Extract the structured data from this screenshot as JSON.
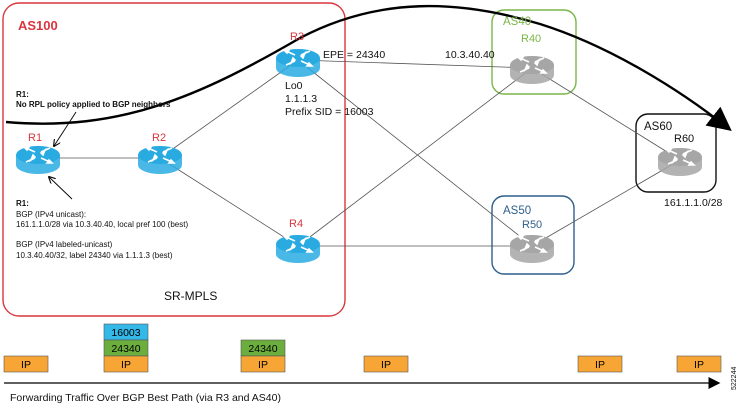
{
  "domains": {
    "as100": {
      "label": "AS100",
      "color": "#d9363e",
      "bottom_label": "SR-MPLS"
    },
    "as40": {
      "label": "AS40",
      "color": "#7ab648"
    },
    "as50": {
      "label": "AS50",
      "color": "#2f5f8a"
    },
    "as60": {
      "label": "AS60",
      "color": "#111111"
    }
  },
  "routers": {
    "r1": {
      "label": "R1"
    },
    "r2": {
      "label": "R2"
    },
    "r3": {
      "label": "R3"
    },
    "r4": {
      "label": "R4"
    },
    "r40": {
      "label": "R40"
    },
    "r50": {
      "label": "R50"
    },
    "r60": {
      "label": "R60"
    }
  },
  "annotations": {
    "epe": "EPE = 24340",
    "r40_ip": "10.3.40.40",
    "lo0_line1": "Lo0",
    "lo0_line2": "1.1.1.3",
    "lo0_line3": "Prefix SID = 16003",
    "prefix": "161.1.1.0/28",
    "r1_note_title": "R1:",
    "r1_note_body": "No RPL policy applied to BGP neighbors",
    "r1_rib_title": "R1:",
    "rib_line1": "BGP (IPv4 unicast):",
    "rib_line2": "161.1.1.0/28 via 10.3.40.40, local pref 100 (best)",
    "rib_line3": "BGP (IPv4 labeled-unicast)",
    "rib_line4": "10.3.40.40/32, label 24340 via 1.1.1.3 (best)"
  },
  "label_stack": {
    "ip": "IP",
    "sid_label": "16003",
    "epe_label": "24340"
  },
  "caption": "Forwarding Traffic Over BGP Best Path (via R3 and AS40)",
  "figure_id": "522244",
  "colors": {
    "router_blue": "#29abe2",
    "router_grey": "#a6a6a6",
    "ip_box": "#f7a635",
    "label_green": "#6cae3e",
    "label_cyan": "#33b8e8"
  }
}
